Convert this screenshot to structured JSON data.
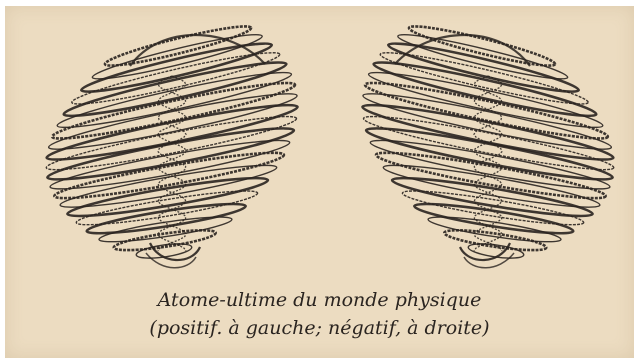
{
  "figure": {
    "atoms": [
      {
        "id": "positive",
        "side": "left"
      },
      {
        "id": "negative",
        "side": "right"
      }
    ],
    "colors": {
      "paper": "#ecdcc1",
      "ink": "#2a2420"
    }
  },
  "caption": {
    "line1": "Atome-ultime du monde physique",
    "line2": "(positif. à gauche; négatif, à droite)"
  }
}
